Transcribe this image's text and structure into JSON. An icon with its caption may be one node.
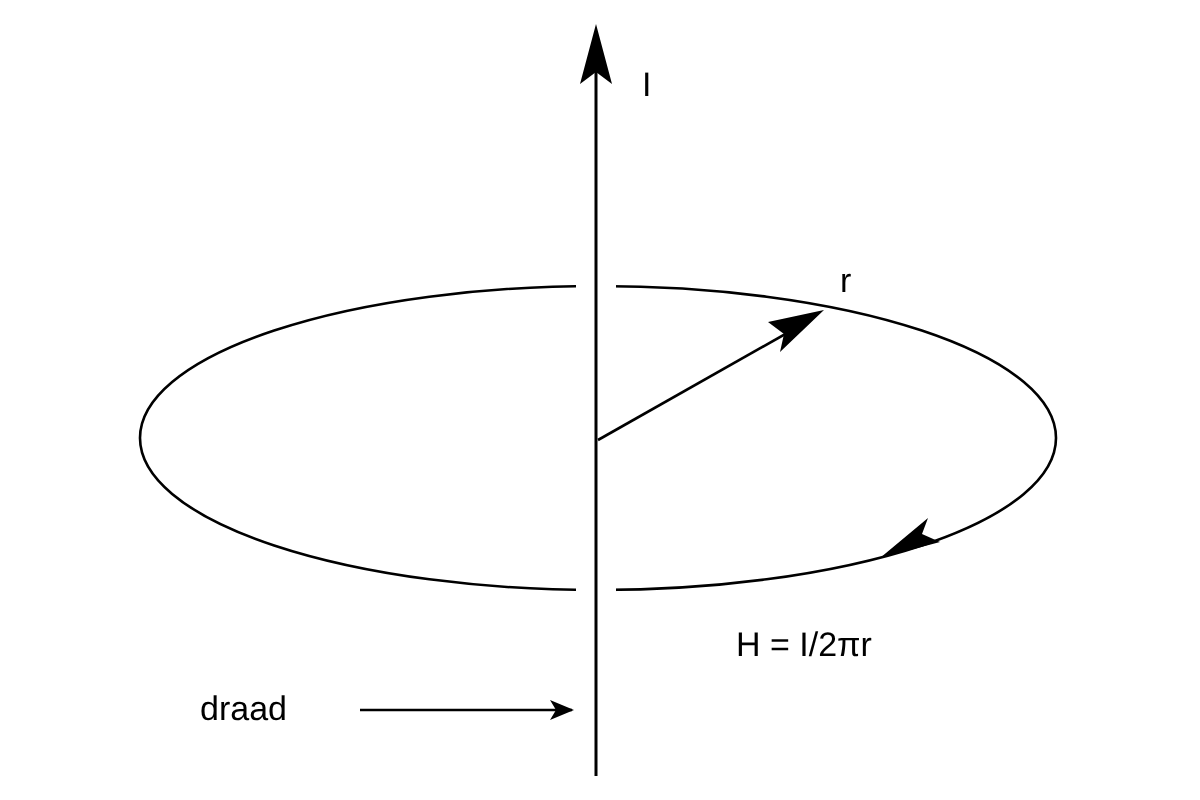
{
  "diagram": {
    "nodes": [
      {
        "text": [
          "draad"
        ]
      },
      {
        "text": [],
        "shape": "bar"
      }
    ],
    "edges": [
      {
        "from": 0,
        "to": 1,
        "arrow": "to"
      }
    ],
    "labels": [
      "I",
      "r",
      "H = I/2πr"
    ]
  }
}
